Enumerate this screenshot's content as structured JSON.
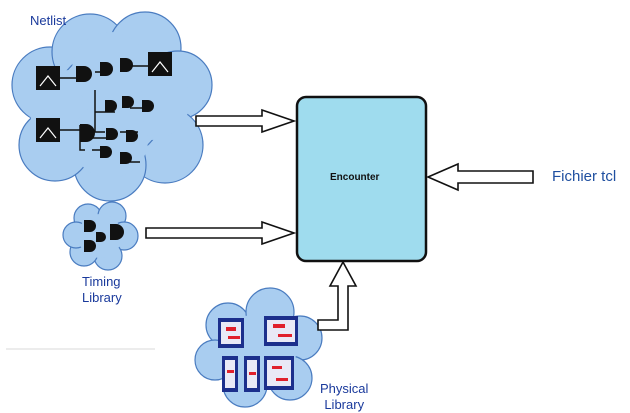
{
  "netlist": {
    "label": "Netlist"
  },
  "timing": {
    "label_line1": "Timing",
    "label_line2": "Library"
  },
  "physical": {
    "label_line1": "Physical",
    "label_line2": "Library"
  },
  "center": {
    "label": "Encounter"
  },
  "input_file": {
    "label": "Fichier tcl"
  },
  "colors": {
    "cloud_fill": "#a9cdf0",
    "cloud_stroke": "#4a7cc0",
    "box_fill": "#9fdcee",
    "box_stroke": "#111111",
    "gate_fill": "#111111",
    "cell_fill": "#1c2f8c",
    "cell_inner": "#e9e9f6",
    "cell_red": "#e0202c"
  }
}
